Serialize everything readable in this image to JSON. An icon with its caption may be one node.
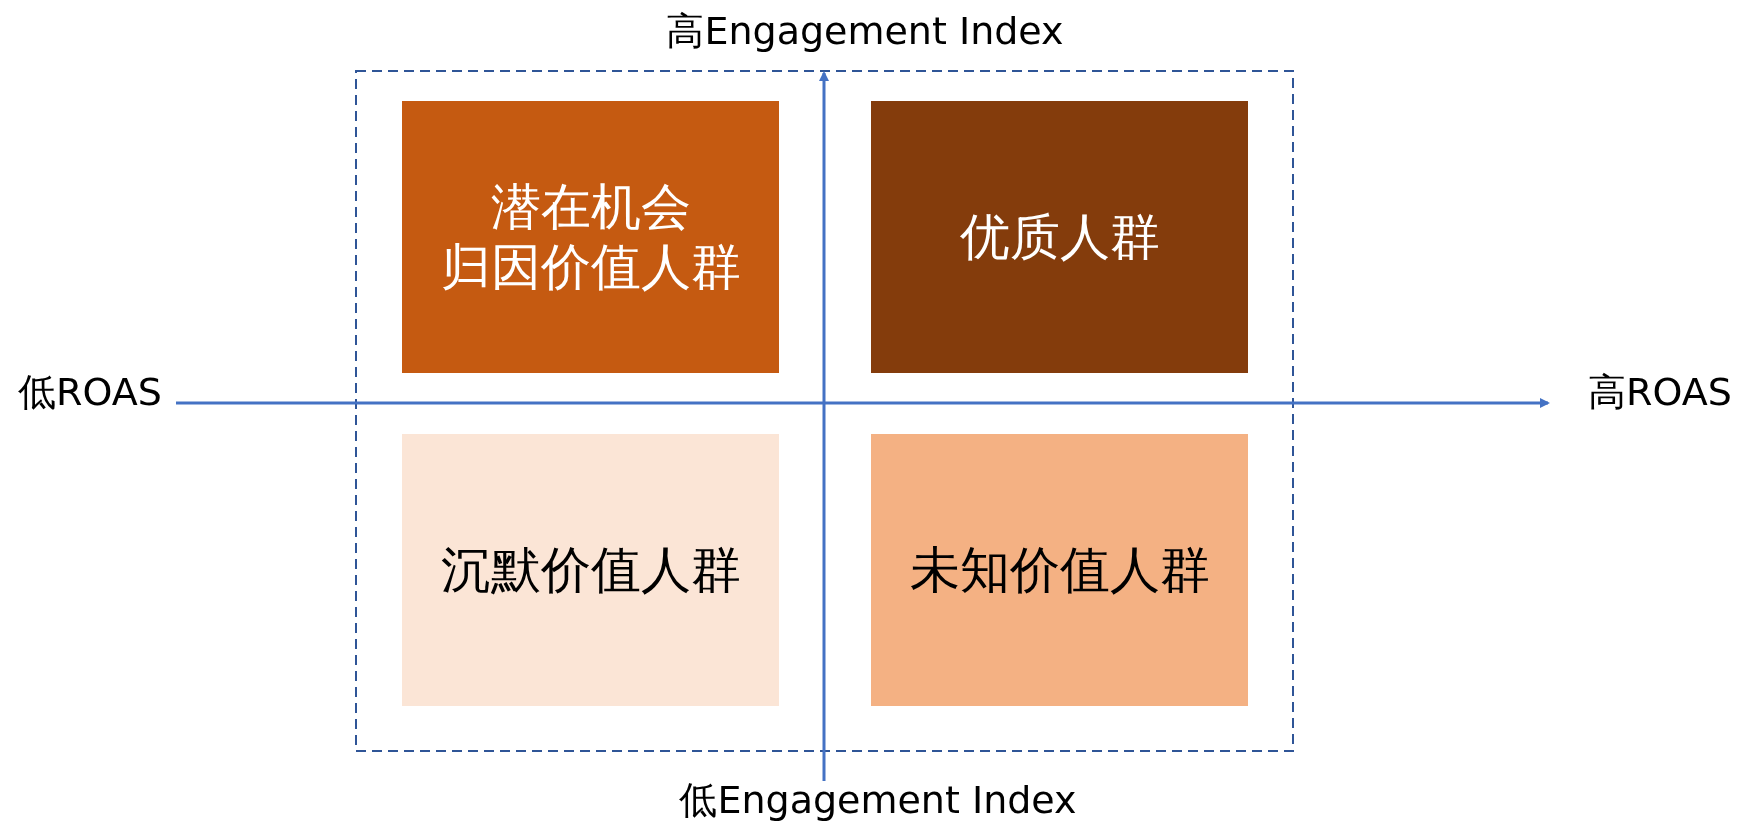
{
  "diagram": {
    "nodes": [
      {
        "text": [
          "潜在机会",
          "归因价值人群"
        ]
      },
      {
        "text": [
          "优质人群"
        ]
      },
      {
        "text": [
          "沉默价值人群"
        ]
      },
      {
        "text": [
          "未知价值人群"
        ]
      }
    ],
    "labels": [
      "高Engagement Index",
      "低ROAS",
      "高ROAS",
      "低Engagement Index"
    ]
  }
}
